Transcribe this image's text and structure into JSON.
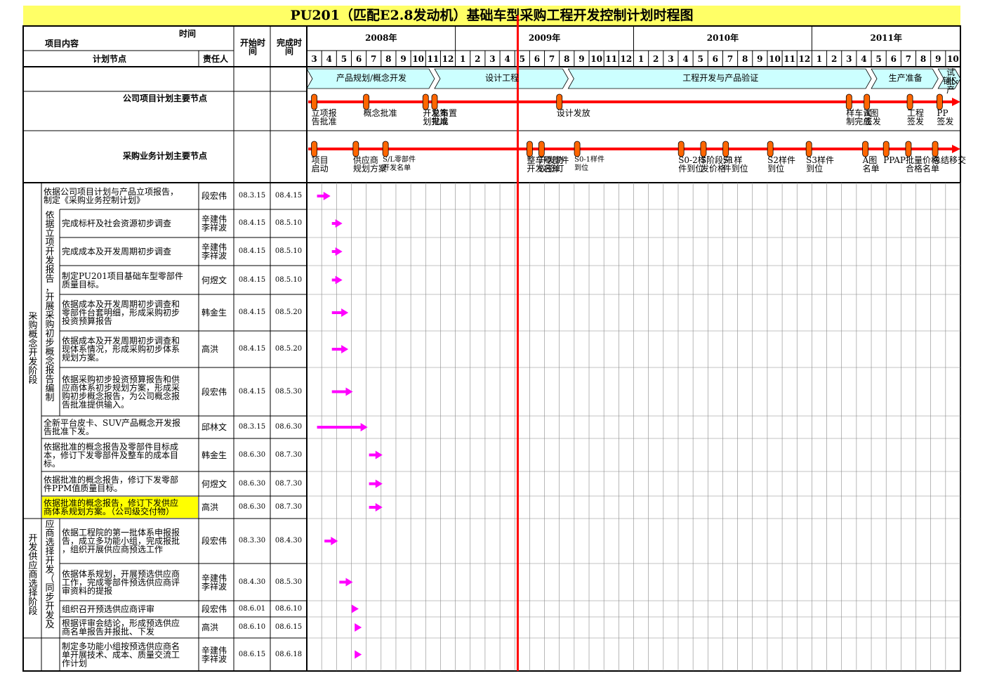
{
  "title": "PU201（匹配E2.8发动机）基础车型采购工程开发控制计划时程图",
  "header": {
    "time": "时间",
    "item": "项目内容",
    "node": "计划节点",
    "owner": "责任人",
    "start": "开始时间",
    "end": "完成时间"
  },
  "years": [
    "2008年",
    "2009年",
    "2010年",
    "2011年"
  ],
  "months": [
    "3",
    "4",
    "5",
    "6",
    "7",
    "8",
    "9",
    "10",
    "11",
    "12",
    "1",
    "2",
    "3",
    "4",
    "5",
    "6",
    "7",
    "8",
    "9",
    "10",
    "11",
    "12",
    "1",
    "2",
    "3",
    "4",
    "5",
    "6",
    "7",
    "8",
    "9",
    "10",
    "11",
    "12",
    "1",
    "2",
    "3",
    "4",
    "5",
    "6",
    "7",
    "8",
    "9",
    "10"
  ],
  "phases": [
    "产品规划/概念开发",
    "设计工程",
    "工程开发与产品验证",
    "生产准备",
    "试销&批产"
  ],
  "company_label": "公司项目计划主要节点",
  "purchase_label": "采购业务计划主要节点",
  "company_nodes": [
    {
      "month": 0.5,
      "label": [
        "立项报",
        "告批准"
      ]
    },
    {
      "month": 4.0,
      "label": [
        "概念批准"
      ]
    },
    {
      "month": 8.0,
      "label": [
        "开发策",
        "划完成"
      ]
    },
    {
      "month": 8.6,
      "label": [
        "总布置",
        "批准"
      ]
    },
    {
      "month": 17.0,
      "label": [
        "设计发放"
      ]
    },
    {
      "month": 36.5,
      "label": [
        "样车试",
        "制完成"
      ]
    },
    {
      "month": 37.7,
      "label": [
        "A图",
        "签发"
      ]
    },
    {
      "month": 40.6,
      "label": [
        "工程",
        "签发"
      ]
    },
    {
      "month": 42.6,
      "label": [
        "PP",
        "签发"
      ]
    }
  ],
  "purchase_nodes": [
    {
      "month": 0.5,
      "label": [
        "项目",
        "启动"
      ]
    },
    {
      "month": 3.3,
      "label": [
        "供应商",
        "规划方案"
      ]
    },
    {
      "month": 5.3,
      "label": [
        "S/L零部件",
        "开发名单"
      ]
    },
    {
      "month": 15.0,
      "label": [
        "整车零部件",
        "开发名单"
      ]
    },
    {
      "month": 15.8,
      "label": [
        "开发协",
        "议签订"
      ]
    },
    {
      "month": 18.2,
      "label": [
        "S0-1样件",
        "到位"
      ]
    },
    {
      "month": 25.2,
      "label": [
        "S0-2样",
        "件到位"
      ]
    },
    {
      "month": 26.7,
      "label": [
        "S阶段开",
        "发价格"
      ]
    },
    {
      "month": 28.2,
      "label": [
        "S1样",
        "件到位"
      ]
    },
    {
      "month": 31.2,
      "label": [
        "S2样件",
        "到位"
      ]
    },
    {
      "month": 33.8,
      "label": [
        "S3样件",
        "到位"
      ]
    },
    {
      "month": 37.6,
      "label": [
        "A图",
        "名单"
      ]
    },
    {
      "month": 39.0,
      "label": [
        "PPAP"
      ]
    },
    {
      "month": 40.5,
      "label": [
        "批量价格",
        "合格名单"
      ]
    },
    {
      "month": 42.3,
      "label": [
        "总结移交"
      ]
    }
  ],
  "groups": [
    {
      "label": "采购概念开发阶段",
      "sub": "依据立项开发报告，开展采购初步概念报告编制"
    },
    {
      "label": "开发供应商选择阶段",
      "sub": "应商选择开发（同步开发及"
    }
  ],
  "tasks": [
    {
      "text": [
        "依据公司项目计划与产品立项报告，",
        "制定《采购业务控制计划》"
      ],
      "owner": [
        "段宏伟"
      ],
      "start": "08.3.15",
      "end": "08.4.15",
      "from": 0.5,
      "to": 1.5
    },
    {
      "text": [
        "完成标杆及社会资源初步调查"
      ],
      "owner": [
        "辛建伟",
        "李祥波"
      ],
      "start": "08.4.15",
      "end": "08.5.10",
      "from": 1.5,
      "to": 2.3
    },
    {
      "text": [
        "完成成本及开发周期初步调查"
      ],
      "owner": [
        "辛建伟",
        "李祥波"
      ],
      "start": "08.4.15",
      "end": "08.5.10",
      "from": 1.5,
      "to": 2.3
    },
    {
      "text": [
        "制定PU201项目基础车型零部件",
        "质量目标。"
      ],
      "owner": [
        "何煜文"
      ],
      "start": "08.4.15",
      "end": "08.5.10",
      "from": 1.5,
      "to": 2.3
    },
    {
      "text": [
        "依据成本及开发周期初步调查和",
        "零部件台套明细，形成采购初步",
        "投资预算报告"
      ],
      "owner": [
        "韩金生"
      ],
      "start": "08.4.15",
      "end": "08.5.20",
      "from": 1.5,
      "to": 2.7
    },
    {
      "text": [
        "依据成本及开发周期初步调查和",
        "现体系情况，形成采购初步体系",
        "规划方案。"
      ],
      "owner": [
        "高洪"
      ],
      "start": "08.4.15",
      "end": "08.5.20",
      "from": 1.5,
      "to": 2.7
    },
    {
      "text": [
        "依据采购初步投资预算报告和供",
        "应商体系初步规划方案，形成采",
        "购初步概念报告，为公司概念报",
        "告批准提供输入。"
      ],
      "owner": [
        "段宏伟"
      ],
      "start": "08.4.15",
      "end": "08.5.30",
      "from": 1.5,
      "to": 3.0
    },
    {
      "text": [
        "全新平台皮卡、SUV产品概念开发报",
        "告批准下发。"
      ],
      "owner": [
        "邱林文"
      ],
      "start": "08.3.15",
      "end": "08.6.30",
      "from": 0.5,
      "to": 4.0
    },
    {
      "text": [
        "依据批准的概念报告及零部件目标成",
        "本，修订下发零部件及整车的成本目",
        "标。"
      ],
      "owner": [
        "韩金生"
      ],
      "start": "08.6.30",
      "end": "08.7.30",
      "from": 4.0,
      "to": 5.0
    },
    {
      "text": [
        "依据批准的概念报告，修订下发零部",
        "件PPM值质量目标。"
      ],
      "owner": [
        "何煜文"
      ],
      "start": "08.6.30",
      "end": "08.7.30",
      "from": 4.0,
      "to": 5.0
    },
    {
      "text": [
        "依据批准的概念报告，修订下发供应",
        "商体系规划方案。（公司级交付物）"
      ],
      "owner": [
        "高洪"
      ],
      "start": "08.6.30",
      "end": "08.7.30",
      "from": 4.0,
      "to": 5.0
    },
    {
      "text": [
        "依据工程院的第一批体系申报报",
        "告，成立多功能小组，完成报批",
        "，组织开展供应商预选工作"
      ],
      "owner": [
        "段宏伟"
      ],
      "start": "08.3.30",
      "end": "08.4.30",
      "from": 1.0,
      "to": 2.0
    },
    {
      "text": [
        "依据体系规划，开展预选供应商",
        "工作，完成零部件预选供应商评",
        "审资料的提报"
      ],
      "owner": [
        "辛建伟",
        "李祥波"
      ],
      "start": "08.4.30",
      "end": "08.5.30",
      "from": 2.0,
      "to": 3.0
    },
    {
      "text": [
        "组织召开预选供应商评审"
      ],
      "owner": [
        "段宏伟"
      ],
      "start": "08.6.01",
      "end": "08.6.10",
      "from": 3.0,
      "to": 3.4
    },
    {
      "text": [
        "根据评审会结论，形成预选供应",
        "商名单报告并报批、下发"
      ],
      "owner": [
        "高洪"
      ],
      "start": "08.6.10",
      "end": "08.6.15",
      "from": 3.2,
      "to": 3.6
    },
    {
      "text": [
        "制定多功能小组按预选供应商名",
        "单开展技术、成本、质量交流工",
        "作计划"
      ],
      "owner": [
        "辛建伟",
        "李祥波"
      ],
      "start": "08.6.15",
      "end": "08.6.18",
      "from": 3.2,
      "to": 3.6
    }
  ],
  "colors": {
    "title_bg": "#ffff66",
    "arrow": "#ff00ff",
    "timeline": "#ff0000",
    "phase": "#ccffff",
    "highlight": "#ffff00",
    "node": "#ff6600"
  },
  "today_month": 14.2
}
